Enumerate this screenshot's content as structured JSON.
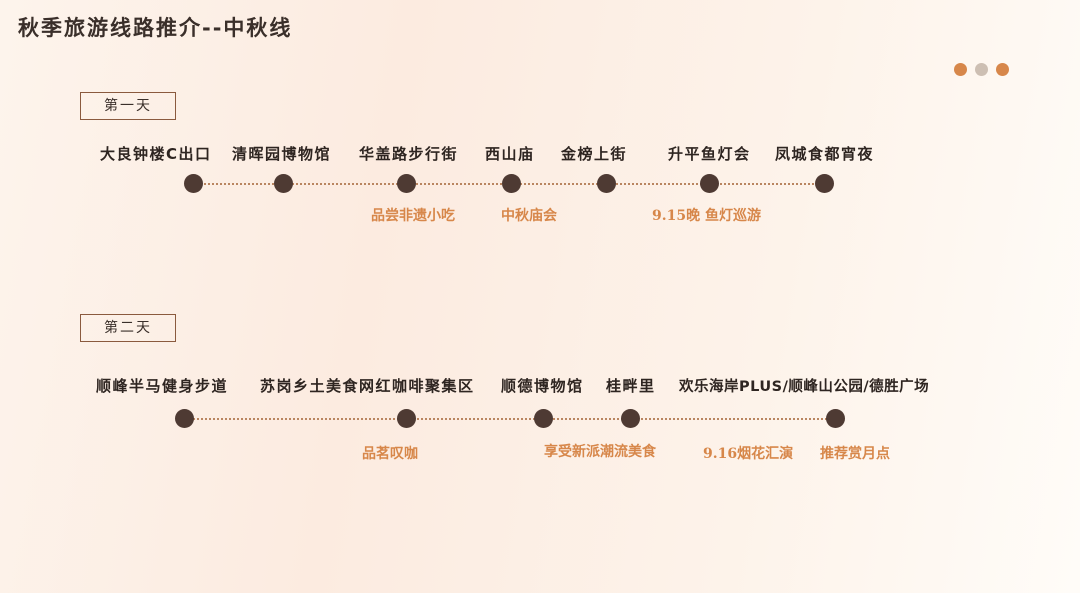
{
  "title": "秋季旅游线路推介--中秋线",
  "colors": {
    "accent": "#d7874a",
    "node": "#4e3a33",
    "dot_inactive": "#cdbfb3",
    "dot_active": "#d7874a"
  },
  "days": [
    {
      "label": "第一天",
      "stops": [
        "大良钟楼C出口",
        "清晖园博物馆",
        "华盖路步行街",
        "西山庙",
        "金榜上街",
        "升平鱼灯会",
        "凤城食都宵夜"
      ],
      "events": [
        "品尝非遗小吃",
        "中秋庙会",
        "9.15晚 鱼灯巡游"
      ]
    },
    {
      "label": "第二天",
      "stops": [
        "顺峰半马健身步道",
        "苏岗乡土美食网红咖啡聚集区",
        "顺德博物馆",
        "桂畔里",
        "欢乐海岸PLUS/顺峰山公园/德胜广场"
      ],
      "events": [
        "品茗叹咖",
        "享受新派潮流美食",
        "9.16烟花汇演",
        "推荐赏月点"
      ]
    }
  ]
}
